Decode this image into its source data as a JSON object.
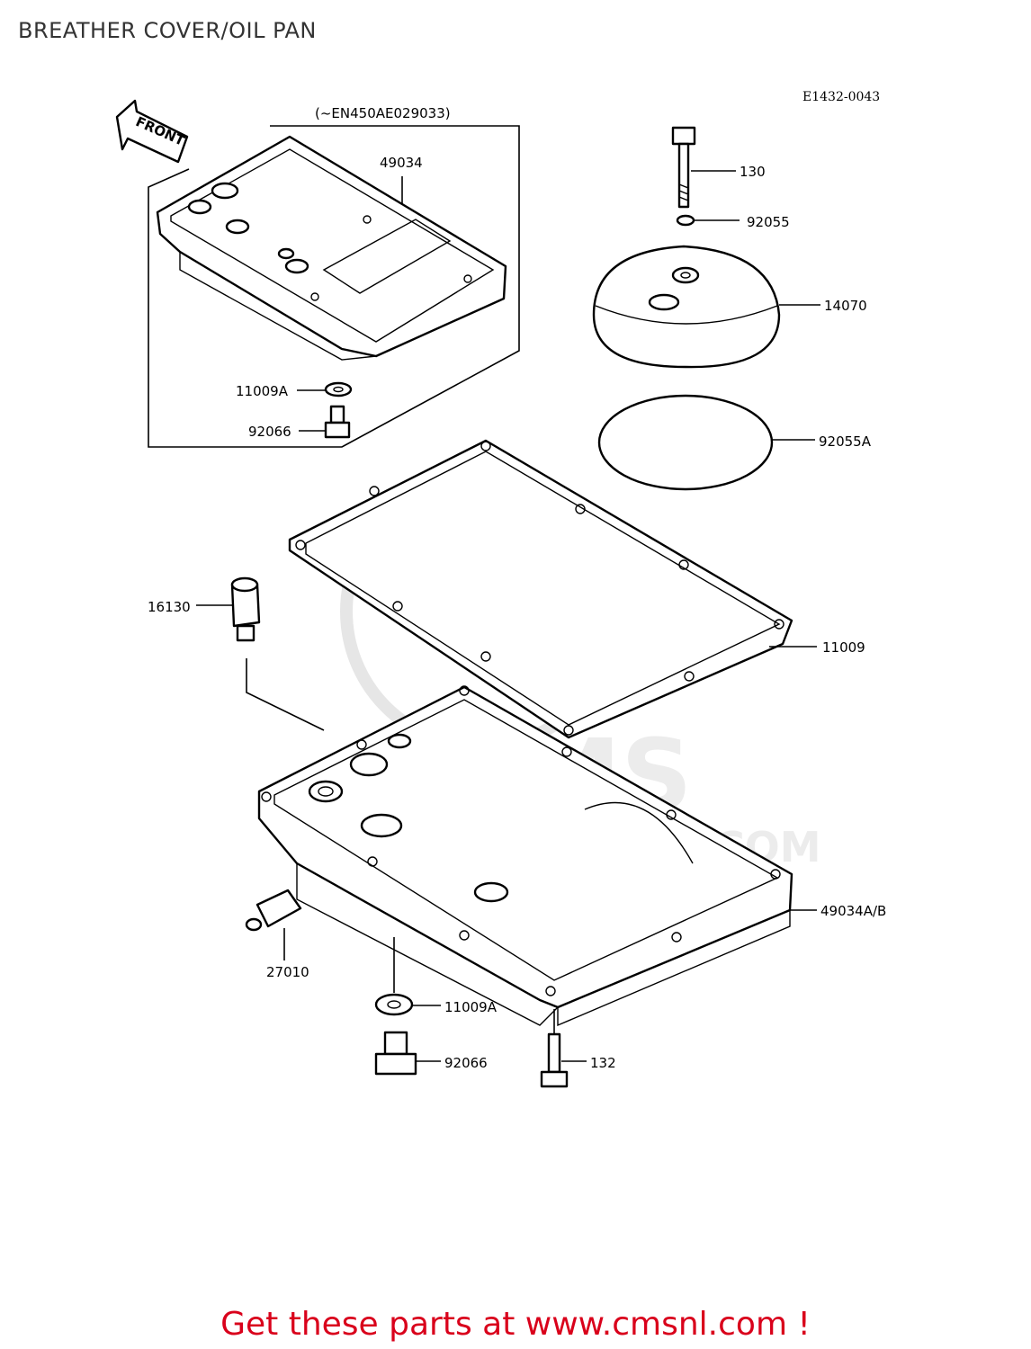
{
  "page": {
    "title": "BREATHER COVER/OIL PAN",
    "diagram_code": "E1432-0043",
    "serial_note": "(~EN450AE029033)",
    "front_label": "FRONT",
    "watermark_text": "WWW.CMSNL.COM",
    "cta_text": "Get these parts at www.cmsnl.com !",
    "cta_color": "#d9001b"
  },
  "parts": {
    "p49034": "49034",
    "p11009A_top": "11009A",
    "p92066_top": "92066",
    "p130": "130",
    "p92055": "92055",
    "p14070": "14070",
    "p92055A": "92055A",
    "p16130": "16130",
    "p11009": "11009",
    "p49034AB": "49034A/B",
    "p27010": "27010",
    "p11009A_bottom": "11009A",
    "p92066_bottom": "92066",
    "p132": "132"
  }
}
